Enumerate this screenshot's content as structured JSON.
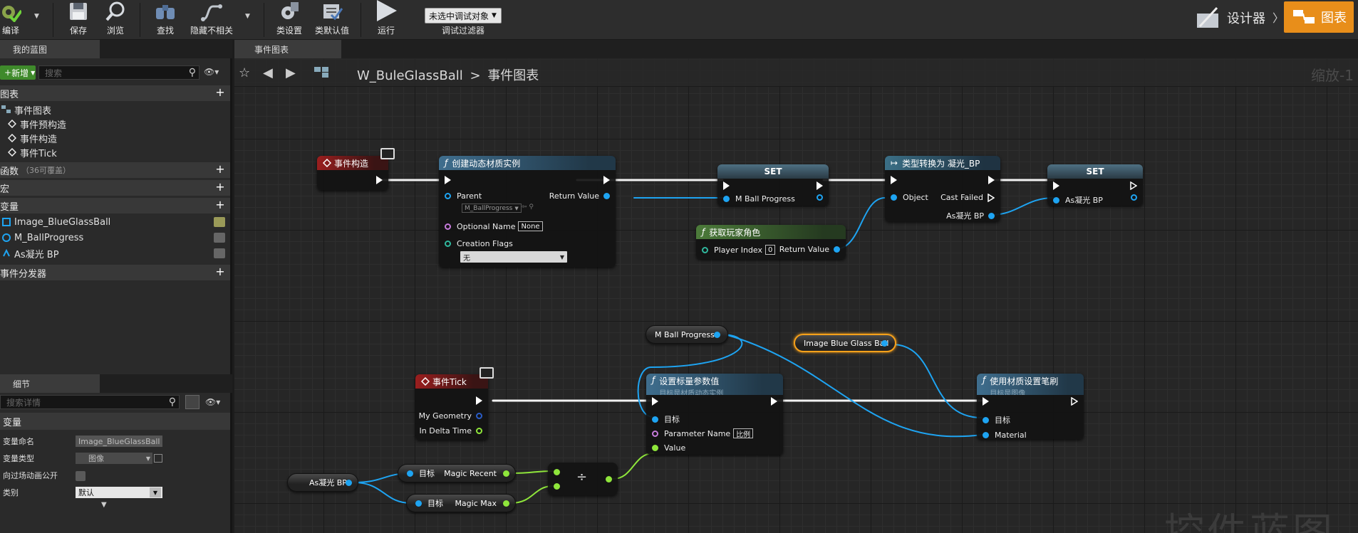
{
  "toolbar": {
    "compile": "编译",
    "save": "保存",
    "browse": "浏览",
    "find": "查找",
    "hide_unrelated": "隐藏不相关",
    "class_settings": "类设置",
    "class_defaults": "类默认值",
    "run": "运行",
    "debug_object": "未选中调试对象",
    "debug_filter": "调试过滤器",
    "designer": "设计器",
    "graph": "图表"
  },
  "my_blueprint": {
    "tab": "我的蓝图",
    "new_label": "新增",
    "search_placeholder": "搜索",
    "categories": {
      "graphs": "图表",
      "functions": "函数",
      "functions_sub": "（36可覆盖）",
      "macros": "宏",
      "variables": "变量",
      "dispatchers": "事件分发器"
    },
    "graph_items": [
      "事件图表",
      "事件预构造",
      "事件构造",
      "事件Tick"
    ],
    "variables": [
      "Image_BlueGlassBall",
      "M_BallProgress",
      "As凝光 BP"
    ]
  },
  "details": {
    "tab": "细节",
    "search_placeholder": "搜索详情",
    "section": "变量",
    "rows": [
      {
        "key": "变量命名",
        "value": "Image_BlueGlassBall"
      },
      {
        "key": "变量类型",
        "value": "图像"
      },
      {
        "key": "向过场动画公开",
        "value": ""
      },
      {
        "key": "类别",
        "value": "默认"
      }
    ]
  },
  "graph": {
    "tab": "事件图表",
    "breadcrumb_root": "W_BuleGlassBall",
    "breadcrumb_sep": ">",
    "breadcrumb_current": "事件图表",
    "zoom": "缩放-1",
    "watermark": "控件蓝图"
  },
  "nodes": {
    "event_construct": {
      "title": "事件构造"
    },
    "create_dmi": {
      "title": "创建动态材质实例",
      "parent": "Parent",
      "parent_value": "M_BallProgress",
      "optional_name": "Optional Name",
      "optional_value": "None",
      "creation_flags": "Creation Flags",
      "creation_value": "无",
      "return_value": "Return Value"
    },
    "set1": {
      "title": "SET",
      "pin": "M Ball Progress"
    },
    "get_player": {
      "title": "获取玩家角色",
      "player_index": "Player Index",
      "player_index_value": "0",
      "return_value": "Return Value"
    },
    "cast": {
      "title": "类型转换为 凝光_BP",
      "object": "Object",
      "cast_failed": "Cast Failed",
      "as_bp": "As凝光 BP"
    },
    "set2": {
      "title": "SET",
      "pin": "As凝光 BP"
    },
    "var_mball": {
      "label": "M Ball Progress"
    },
    "var_image": {
      "label": "Image Blue Glass Ball"
    },
    "event_tick": {
      "title": "事件Tick",
      "my_geometry": "My Geometry",
      "in_delta": "In Delta Time"
    },
    "set_scalar": {
      "title": "设置标量参数值",
      "subtitle": "目标是材质动态实例",
      "target": "目标",
      "param_name": "Parameter Name",
      "param_value": "比例",
      "value": "Value"
    },
    "set_brush": {
      "title": "使用材质设置笔刷",
      "subtitle": "目标是图像",
      "target": "目标",
      "material": "Material"
    },
    "var_as": {
      "label": "As凝光 BP"
    },
    "magic_recent": {
      "target": "目标",
      "label": "Magic Recent"
    },
    "magic_max": {
      "target": "目标",
      "label": "Magic Max"
    },
    "divide": {
      "symbol": "÷"
    }
  }
}
